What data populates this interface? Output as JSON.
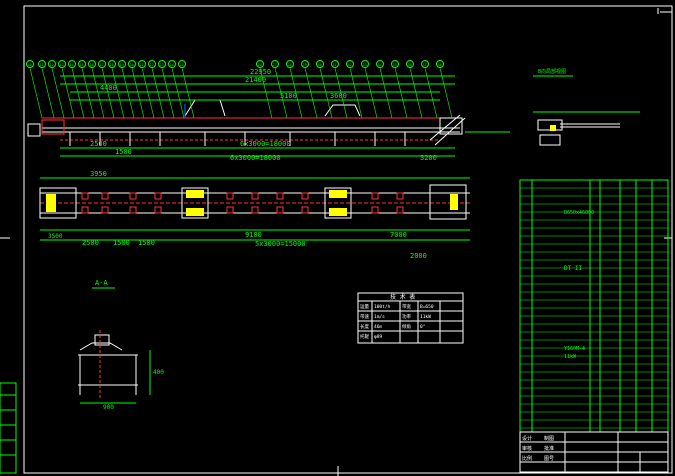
{
  "colors": {
    "background": "#000000",
    "frame": "#ffffff",
    "dim": "#00ff00",
    "belt": "#ff3333",
    "idler": "#ffff00",
    "part": "#ffffff",
    "table": "#00ff00"
  },
  "elevation": {
    "balloons": [
      "10",
      "11",
      "12",
      "13",
      "14",
      "15",
      "16",
      "17",
      "18",
      "19",
      "20",
      "21",
      "22",
      "23",
      "24",
      "25",
      "26",
      "27",
      "28",
      "29",
      "30",
      "31",
      "32",
      "33",
      "34",
      "35",
      "36",
      "37",
      "38"
    ],
    "dims_top": [
      "22950",
      "21400",
      "4400",
      "5100",
      "3600"
    ],
    "dims_bottom": [
      "2500",
      "1500",
      "6x3000=18000",
      "3200",
      "6x3000=18000"
    ]
  },
  "plan": {
    "dims_top": [
      "3950"
    ],
    "dims_bottom": [
      "3500",
      "2500",
      "1500",
      "1500",
      "9100",
      "7000",
      "2000",
      "5x3000=15000"
    ]
  },
  "section": {
    "label": "A-A",
    "width_dim": "900",
    "height_dim": "400"
  },
  "detail": {
    "title": "B向局部视图"
  },
  "summary_table": {
    "header": "技 术 表",
    "rows": [
      [
        "运量",
        "100t/h",
        "带宽",
        "B=650"
      ],
      [
        "带速",
        "1m/s",
        "功率",
        "11kW"
      ],
      [
        "长度",
        "46m",
        "倾角",
        "0°"
      ],
      [
        "托辊",
        "φ89"
      ]
    ]
  },
  "parts_list": {
    "annotations": [
      "B650x46000",
      "DT II",
      "Y160M-4",
      "11kW"
    ]
  },
  "title_block": {
    "cells": [
      "设计",
      "制图",
      "审核",
      "批准",
      "比例",
      "图号"
    ]
  }
}
